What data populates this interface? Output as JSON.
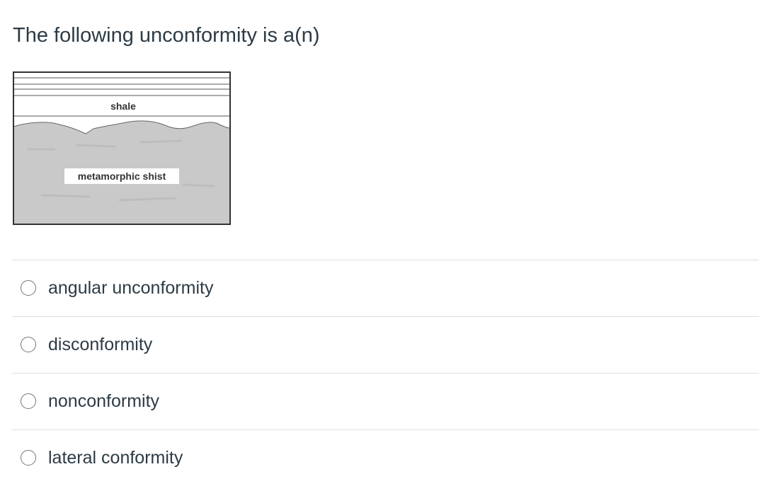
{
  "question": {
    "text": "The following unconformity is a(n)"
  },
  "diagram": {
    "upper_layer_label": "shale",
    "lower_layer_label": "metamorphic shist"
  },
  "answers": [
    {
      "label": "angular unconformity",
      "selected": false
    },
    {
      "label": "disconformity",
      "selected": false
    },
    {
      "label": "nonconformity",
      "selected": false
    },
    {
      "label": "lateral conformity",
      "selected": false
    }
  ]
}
